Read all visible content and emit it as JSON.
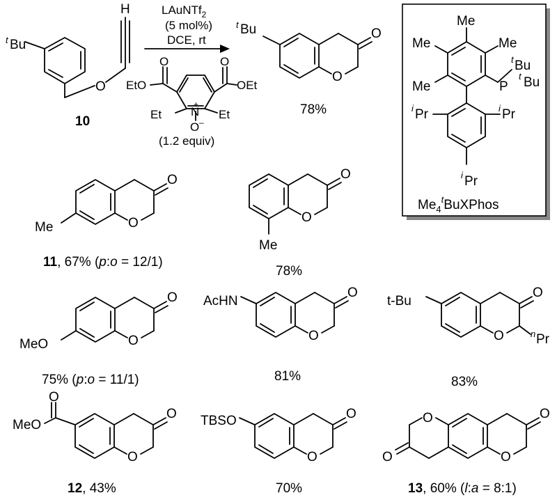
{
  "reaction": {
    "conditions": {
      "catalyst_prefix": "LAuNTf",
      "catalyst_sub": "2",
      "loading": "(5 mol%)",
      "solvent": "DCE, rt",
      "oxidant_equiv": "(1.2 equiv)"
    },
    "reagent_labels": {
      "ester": "EtO",
      "ester_right": "OEt",
      "ethyl": "Et",
      "n_atom": "N",
      "charge_plus": "+",
      "o_atom": "O",
      "charge_minus": "–"
    },
    "start": {
      "compound": "10",
      "substituent": "Bu",
      "sup": "t",
      "hc": "H",
      "o": "O"
    },
    "product": {
      "substituent": "Bu",
      "sup": "t",
      "yield": "78%",
      "o_ring": "O",
      "o_keto": "O"
    }
  },
  "ligand": {
    "name_parts": [
      "Me",
      "4",
      "t",
      "BuXPhos"
    ],
    "labels": {
      "me": "Me",
      "tbu": "Bu",
      "tsup": "t",
      "ipr": "Pr",
      "isup": "i",
      "p": "P"
    }
  },
  "products": [
    {
      "id": "11",
      "substituent": "Me",
      "yield_text": ", 67% (",
      "ratio_a": "p",
      "ratio_sep": ":",
      "ratio_b": "o",
      "ratio_tail": " = 12/1)"
    },
    {
      "id": "",
      "substituent": "Me",
      "yield_text": "78%"
    },
    {
      "id": "",
      "substituent": "MeO",
      "yield_text": "75% (",
      "ratio_a": "p",
      "ratio_sep": ":",
      "ratio_b": "o",
      "ratio_tail": " = 11/1)"
    },
    {
      "id": "",
      "substituent": "AcHN",
      "yield_text": "81%"
    },
    {
      "id": "",
      "substituent": "t-Bu",
      "alkyl_sup": "n",
      "alkyl": "Pr",
      "yield_text": "83%"
    },
    {
      "id": "12",
      "substituent": "MeO",
      "yield_text": ", 43%"
    },
    {
      "id": "",
      "substituent": "TBSO",
      "yield_text": "70%"
    },
    {
      "id": "13",
      "yield_text": ", 60% (",
      "ratio_a": "l",
      "ratio_sep": ":",
      "ratio_b": "a",
      "ratio_tail": " = 8:1)"
    }
  ],
  "atoms": {
    "o": "O"
  }
}
